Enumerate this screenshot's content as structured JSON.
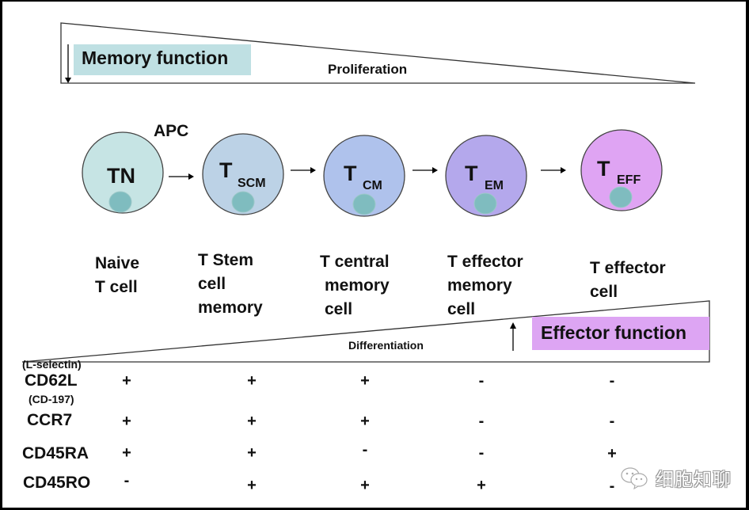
{
  "top_wedge": {
    "badge": "Memory function",
    "label": "Proliferation",
    "badge_color": "#bfe0e3"
  },
  "bottom_wedge": {
    "badge": "Effector function",
    "label": "Differentiation",
    "badge_color": "#dda5f3"
  },
  "apc_label": "APC",
  "cells": [
    {
      "main": "TN",
      "sub": "",
      "fill": "#c6e4e4",
      "desc": [
        "Naive",
        "T cell"
      ]
    },
    {
      "main": "T",
      "sub": "SCM",
      "fill": "#bcd2e6",
      "desc": [
        "T Stem",
        "cell",
        "memory"
      ]
    },
    {
      "main": "T",
      "sub": "CM",
      "fill": "#afc2ec",
      "desc": [
        "T central",
        "memory",
        "cell"
      ]
    },
    {
      "main": "T",
      "sub": "EM",
      "fill": "#b4a8ec",
      "desc": [
        "T effector",
        "memory",
        "cell"
      ]
    },
    {
      "main": "T",
      "sub": "EFF",
      "fill": "#dfa4f3",
      "desc": [
        "T effector",
        "cell"
      ]
    }
  ],
  "nucleus_color": "#7fbcbf",
  "markers": [
    {
      "name": "CD62L",
      "note": "(L-selectin)",
      "values": [
        "+",
        "+",
        "+",
        "-",
        "-"
      ]
    },
    {
      "name": "CCR7",
      "note": "(CD-197)",
      "values": [
        "+",
        "+",
        "+",
        "-",
        "-"
      ]
    },
    {
      "name": "CD45RA",
      "note": "",
      "values": [
        "+",
        "+",
        "-",
        "-",
        "+"
      ]
    },
    {
      "name": "CD45RO",
      "note": "",
      "values": [
        "-",
        "+",
        "+",
        "+",
        "-"
      ]
    }
  ],
  "watermark": "细胞知聊"
}
